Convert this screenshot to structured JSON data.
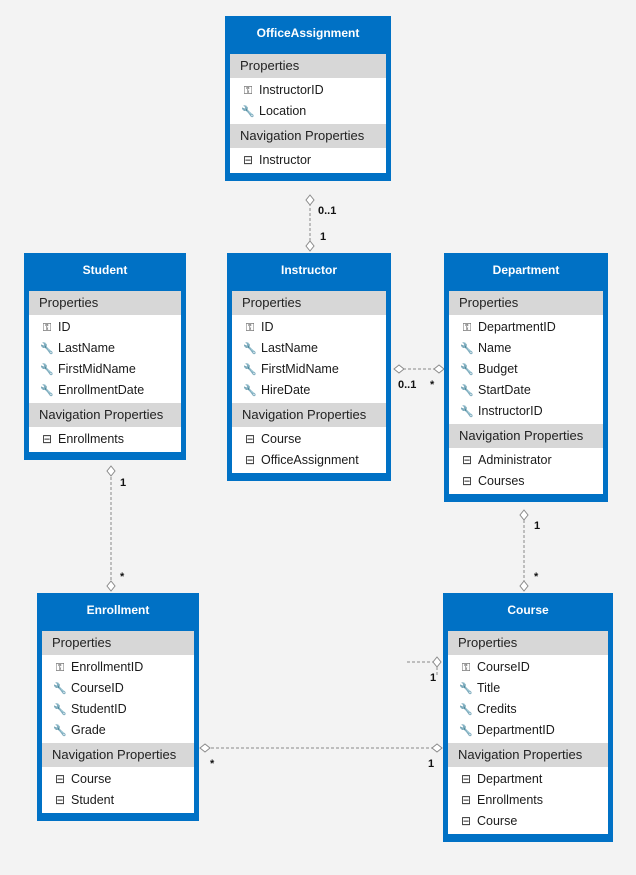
{
  "icons": {
    "key": "⚿",
    "property": "🔧",
    "navigation": "⊟"
  },
  "colors": {
    "title_bar": "#0071c5",
    "section_header": "#d7d7d7",
    "connector": "#8a8a8a"
  },
  "entities": {
    "officeassignment": {
      "title": "OfficeAssignment",
      "properties_header": "Properties",
      "properties": [
        "InstructorID",
        "Location"
      ],
      "nav_header": "Navigation Properties",
      "navigation": [
        "Instructor"
      ]
    },
    "student": {
      "title": "Student",
      "properties_header": "Properties",
      "properties": [
        "ID",
        "LastName",
        "FirstMidName",
        "EnrollmentDate"
      ],
      "nav_header": "Navigation Properties",
      "navigation": [
        "Enrollments"
      ]
    },
    "instructor": {
      "title": "Instructor",
      "properties_header": "Properties",
      "properties": [
        "ID",
        "LastName",
        "FirstMidName",
        "HireDate"
      ],
      "nav_header": "Navigation Properties",
      "navigation": [
        "Course",
        "OfficeAssignment"
      ]
    },
    "department": {
      "title": "Department",
      "properties_header": "Properties",
      "properties": [
        "DepartmentID",
        "Name",
        "Budget",
        "StartDate",
        "InstructorID"
      ],
      "nav_header": "Navigation Properties",
      "navigation": [
        "Administrator",
        "Courses"
      ]
    },
    "enrollment": {
      "title": "Enrollment",
      "properties_header": "Properties",
      "properties": [
        "EnrollmentID",
        "CourseID",
        "StudentID",
        "Grade"
      ],
      "nav_header": "Navigation Properties",
      "navigation": [
        "Course",
        "Student"
      ]
    },
    "course": {
      "title": "Course",
      "properties_header": "Properties",
      "properties": [
        "CourseID",
        "Title",
        "Credits",
        "DepartmentID"
      ],
      "nav_header": "Navigation Properties",
      "navigation": [
        "Department",
        "Enrollments",
        "Course"
      ]
    }
  },
  "multiplicities": {
    "office_instructor_top": "0..1",
    "office_instructor_bottom": "1",
    "instructor_department_left": "0..1",
    "instructor_department_right": "*",
    "student_enrollment_top": "1",
    "student_enrollment_bottom": "*",
    "department_course_top": "1",
    "department_course_bottom": "*",
    "enrollment_course_left": "*",
    "enrollment_course_right": "1",
    "course_self": "1"
  }
}
